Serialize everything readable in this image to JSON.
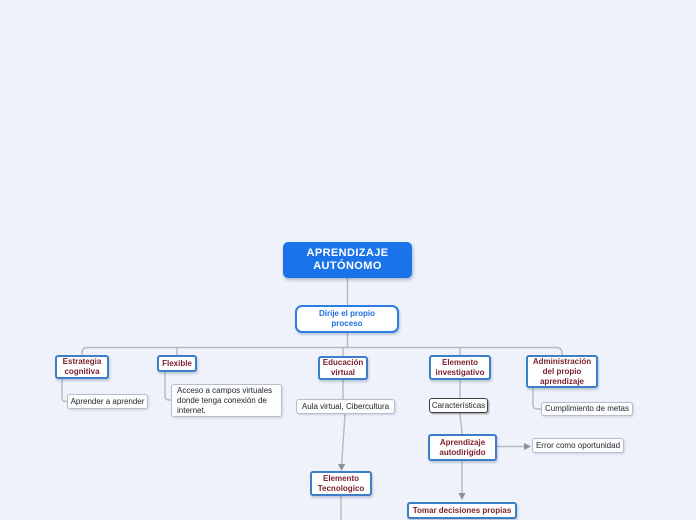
{
  "app": {
    "background_color": "#eff2fb",
    "connector_color": "#b6b9be",
    "arrow_color": "#8d9298"
  },
  "mindmap": {
    "colors": {
      "root_fill": "#1a73e8",
      "root_text": "#ffffff",
      "topic_border": "#3d7ec9",
      "topic_text": "#7a1f2b",
      "subtitle_border": "#2b7de2",
      "subtitle_text": "#1a6fe0",
      "note_border": "#b9bdc7",
      "selected_note_border": "#3f3f3f"
    },
    "nodes": {
      "root": {
        "label": "APRENDIZAJE\nAUTÓNOMO"
      },
      "dirije": {
        "label": "Dirije el propio\nproceso"
      },
      "estrategia": {
        "label": "Estrategia\ncognitiva"
      },
      "flexible": {
        "label": "Flexible"
      },
      "educacion": {
        "label": "Educación\nvirtual"
      },
      "investigativo": {
        "label": "Elemento\ninvestigativo"
      },
      "administracion": {
        "label": "Administración\ndel propio\naprendizaje"
      },
      "aprender": {
        "label": "Aprender a aprender"
      },
      "acceso": {
        "label": "Acceso a campos virtuales\ndonde tenga conexión de\ninternet."
      },
      "aula": {
        "label": "Aula virtual, Cibercultura"
      },
      "caracteristicas": {
        "label": "Características"
      },
      "cumplimiento": {
        "label": "Cumplimiento de metas"
      },
      "autodirigido": {
        "label": "Aprendizaje\nautodirigido"
      },
      "error": {
        "label": "Error como oportunidad"
      },
      "tecnologico": {
        "label": "Elemento\nTecnologico"
      },
      "decisiones": {
        "label": "Tomar decisiones propias"
      }
    }
  }
}
